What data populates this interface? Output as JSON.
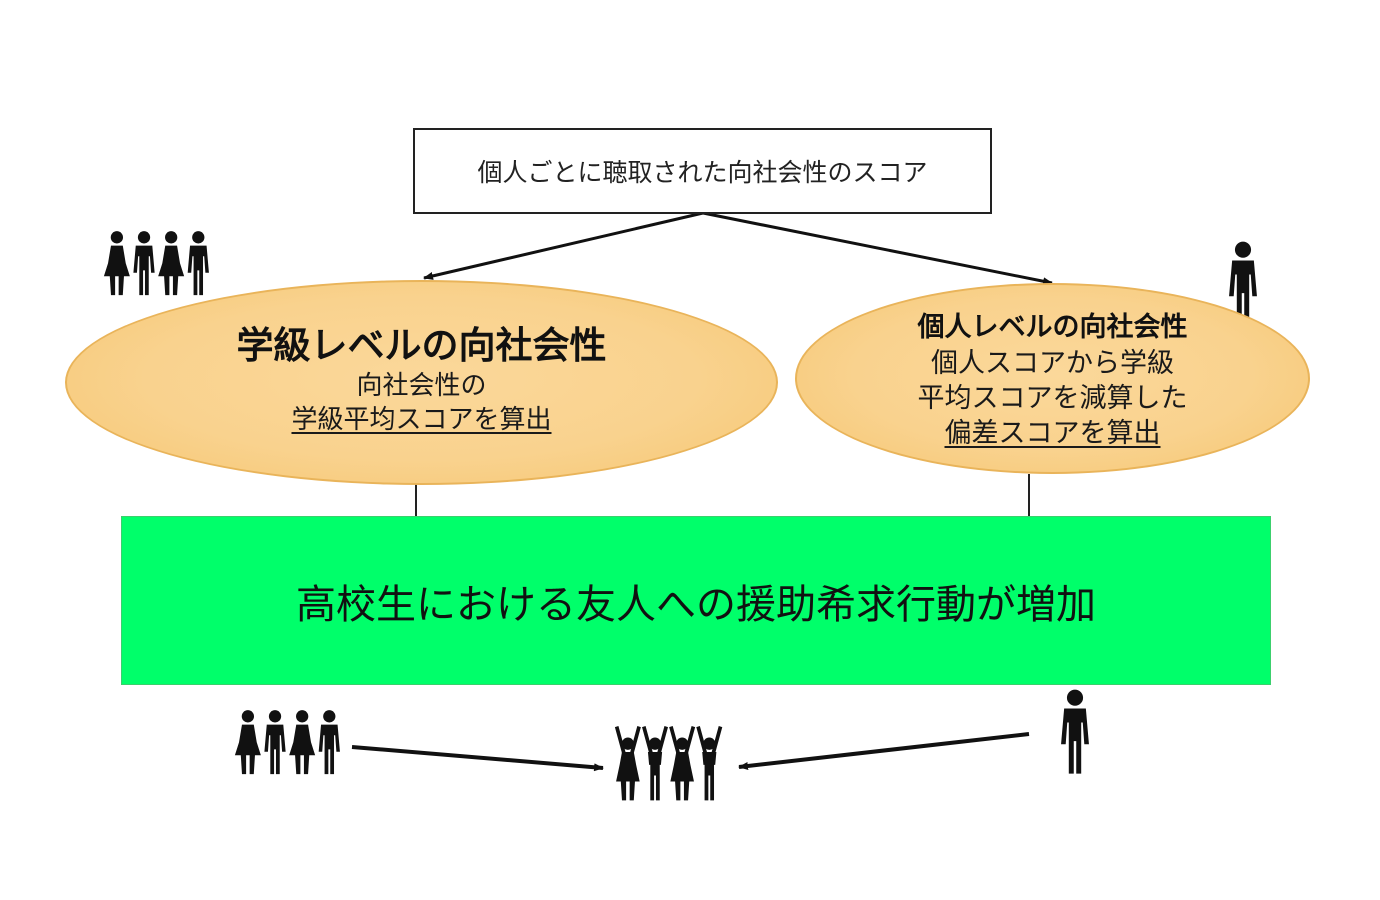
{
  "top_box": {
    "text": "個人ごとに聴取された向社会性のスコア"
  },
  "class_level": {
    "title": "学級レベルの向社会性",
    "line1": "向社会性の",
    "line2": "学級平均スコアを算出"
  },
  "individual_level": {
    "title": "個人レベルの向社会性",
    "line1": "個人スコアから学級",
    "line2": "平均スコアを減算した",
    "line3": "偏差スコアを算出"
  },
  "outcome": {
    "text": "高校生における友人への援助希求行動が増加"
  },
  "colors": {
    "ellipse_fill": "#f9d28e",
    "outcome_fill": "#00ff6a",
    "line": "#111111"
  },
  "icons": [
    "group-of-four-people-icon",
    "single-person-icon",
    "cheering-group-icon"
  ]
}
